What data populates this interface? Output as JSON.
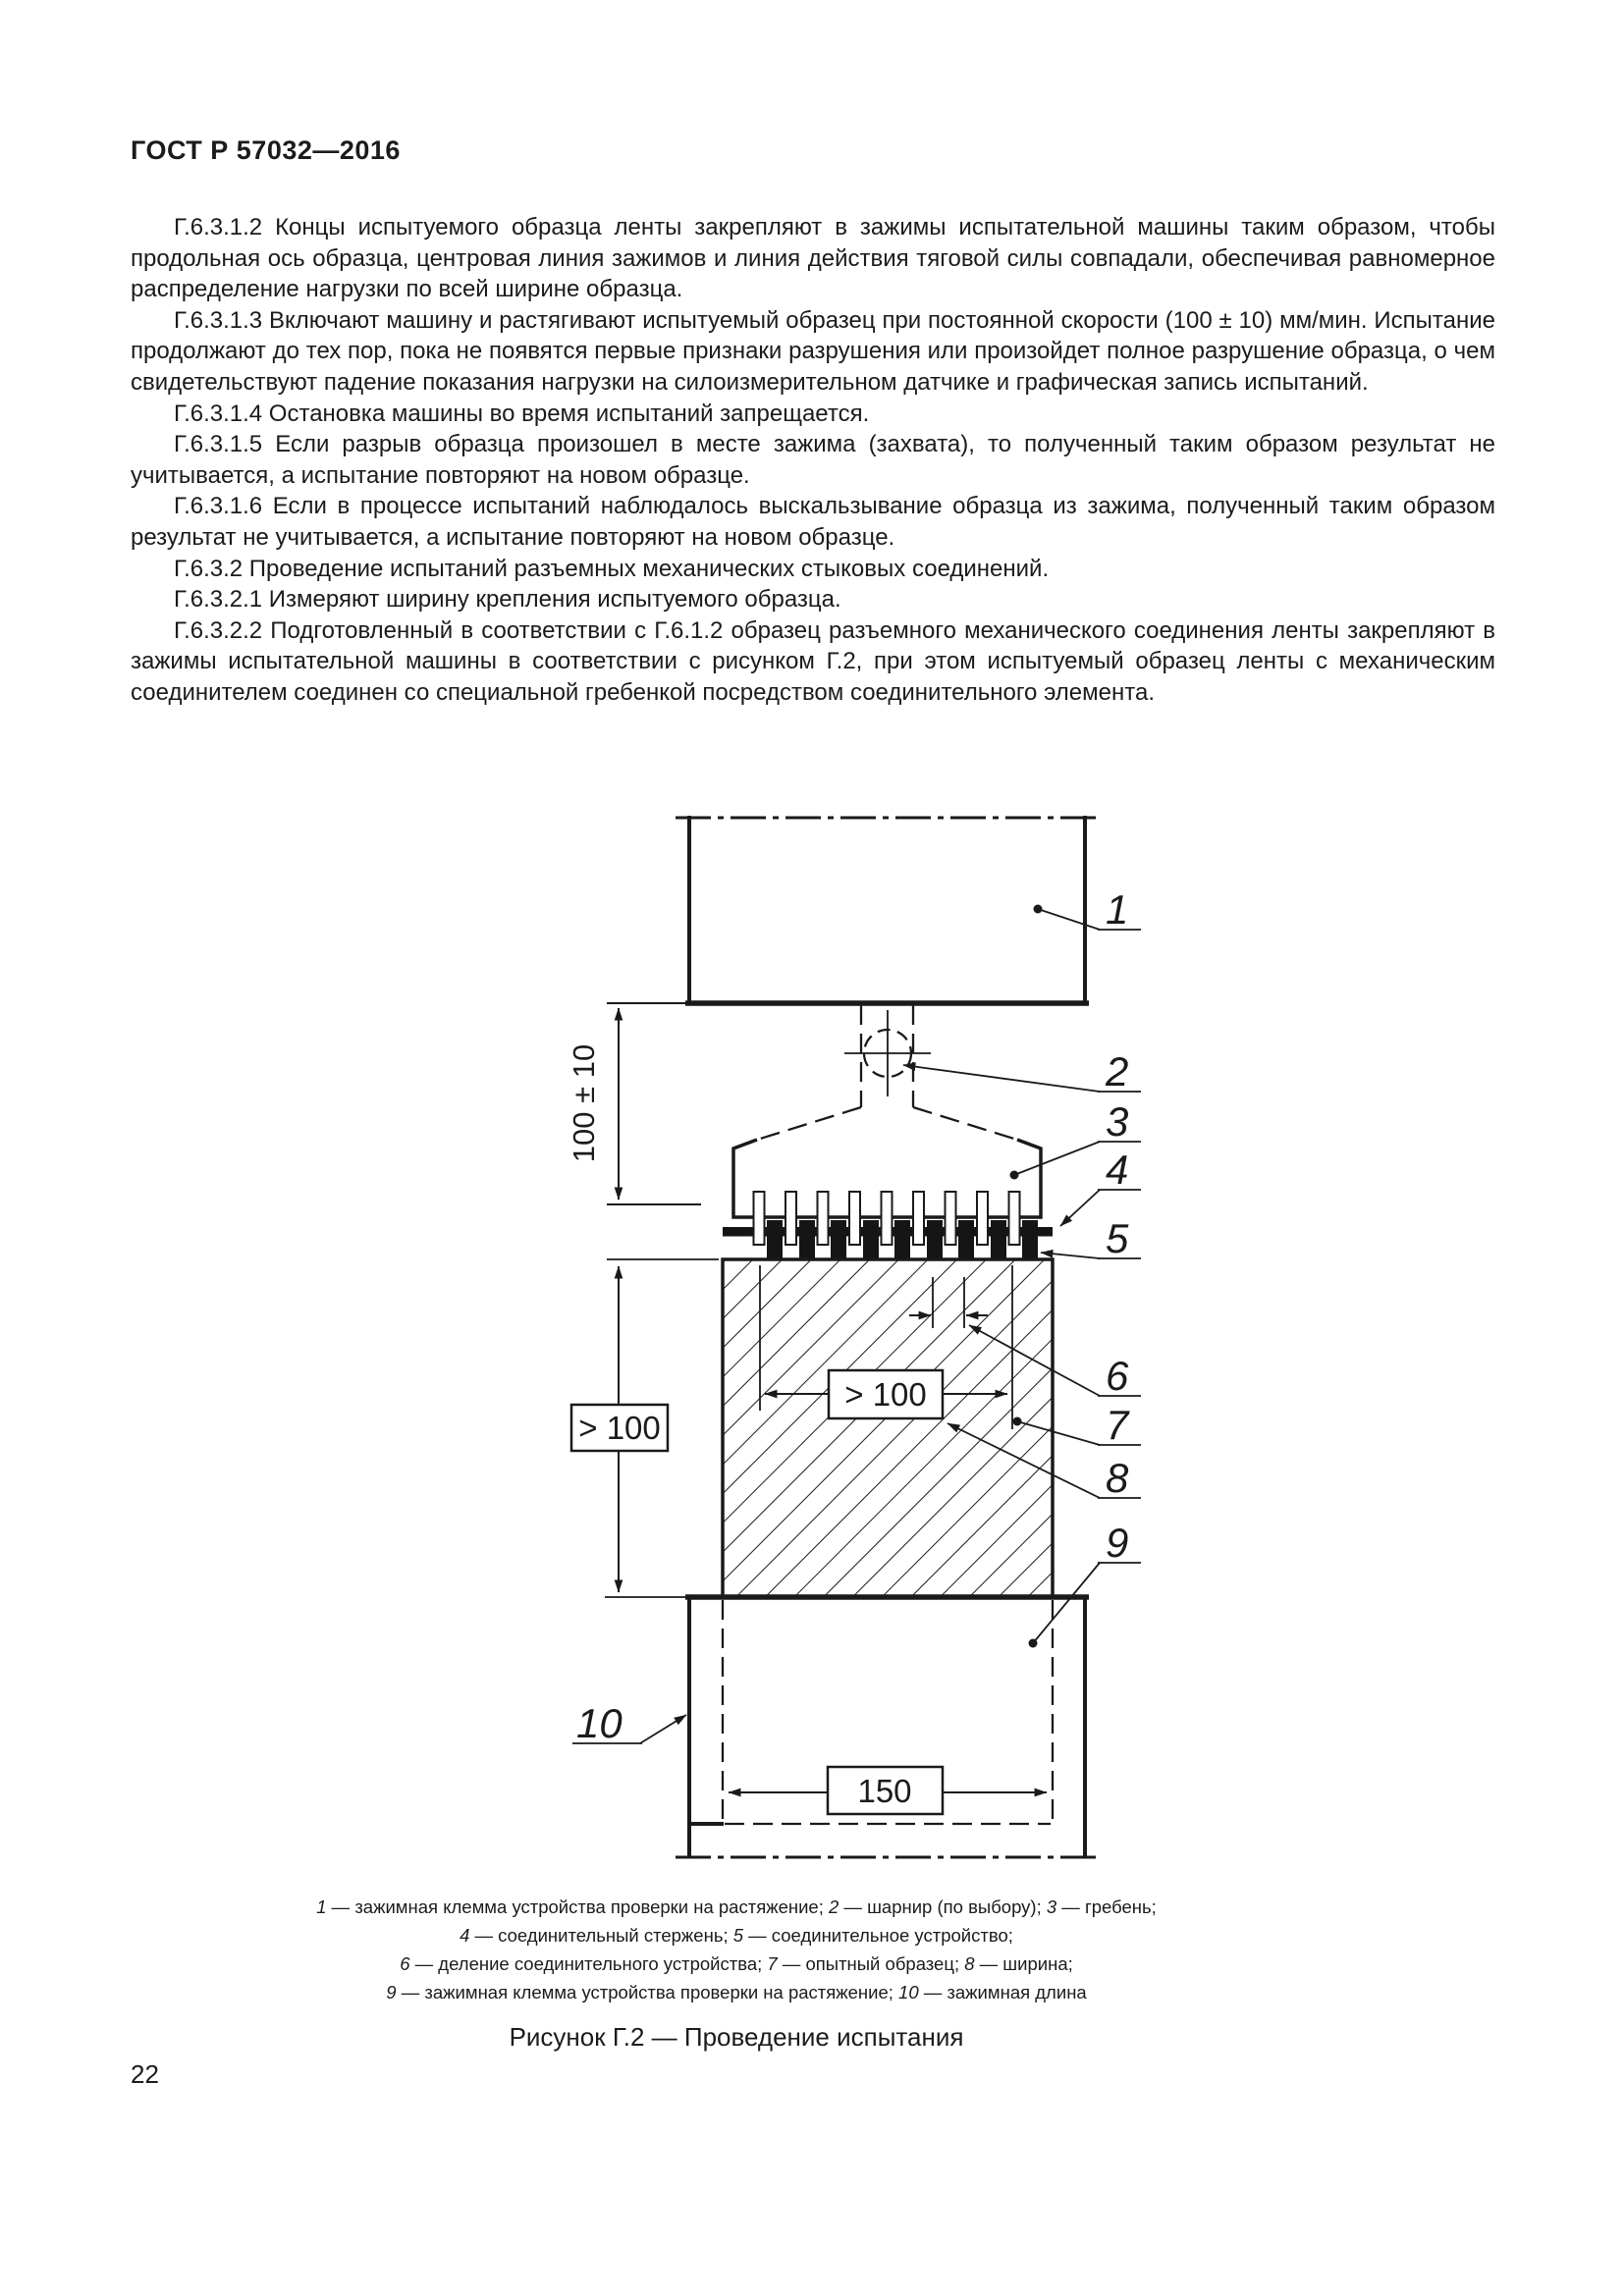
{
  "document": {
    "header": "ГОСТ Р 57032—2016",
    "page_number": "22"
  },
  "paragraphs": [
    "Г.6.3.1.2 Концы испытуемого образца ленты закрепляют в зажимы испытательной машины таким образом, чтобы продольная ось образца, центровая линия зажимов и линия действия тяговой силы совпадали, обеспечивая равномерное распределение нагрузки по всей ширине образца.",
    "Г.6.3.1.3 Включают машину и растягивают испытуемый образец при постоянной скорости (100 ± 10) мм/мин. Испытание продолжают до тех пор, пока не появятся первые признаки разрушения или произойдет полное разрушение образца, о чем свидетельствуют падение показания нагрузки на силоизмерительном датчике и графическая запись испытаний.",
    "Г.6.3.1.4 Остановка машины во время испытаний запрещается.",
    "Г.6.3.1.5 Если разрыв образца произошел в месте зажима (захвата), то полученный таким образом результат не учитывается, а испытание повторяют на новом образце.",
    "Г.6.3.1.6 Если в процессе испытаний наблюдалось выскальзывание образца из зажима, полученный таким образом результат не учитывается, а испытание повторяют на новом образце.",
    "Г.6.3.2 Проведение испытаний разъемных механических стыковых соединений.",
    "Г.6.3.2.1 Измеряют ширину крепления испытуемого образца.",
    "Г.6.3.2.2 Подготовленный в соответствии с Г.6.1.2 образец разъемного механического соединения ленты закрепляют в зажимы испытательной машины в соответствии с рисунком Г.2, при этом испытуемый образец ленты с механическим соединителем соединен со специальной гребенкой посредством соединительного элемента."
  ],
  "figure": {
    "dimensions": {
      "clamp_to_comb_gap": "100 ± 10",
      "specimen_free_length": "> 100",
      "specimen_width": "> 100",
      "clamping_length": "150"
    },
    "callouts": [
      "1",
      "2",
      "3",
      "4",
      "5",
      "6",
      "7",
      "8",
      "9",
      "10"
    ],
    "legend": [
      [
        [
          "1",
          " — зажимная клемма устройства проверки на растяжение; "
        ],
        [
          "2",
          " — шарнир (по выбору); "
        ],
        [
          "3",
          " — гребень;"
        ]
      ],
      [
        [
          "4",
          " — соединительный стержень; "
        ],
        [
          "5",
          " — соединительное устройство;"
        ]
      ],
      [
        [
          "6",
          " — деление соединительного устройства; "
        ],
        [
          "7",
          " — опытный образец; "
        ],
        [
          "8",
          " — ширина;"
        ]
      ],
      [
        [
          "9",
          " — зажимная клемма устройства проверки на растяжение; "
        ],
        [
          "10",
          " — зажимная длина"
        ]
      ]
    ],
    "caption": "Рисунок Г.2 — Проведение испытания"
  }
}
